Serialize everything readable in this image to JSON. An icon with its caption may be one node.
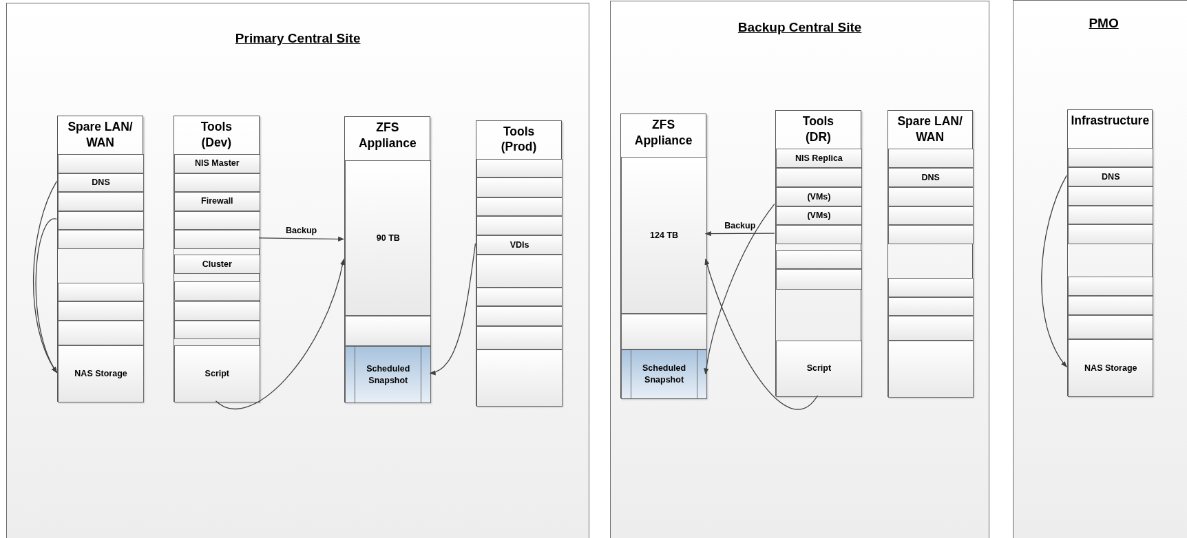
{
  "diagram": {
    "nodes": [
      {
        "text": [
          "Primary Central Site"
        ]
      },
      {
        "text": [
          "Spare LAN/ WAN"
        ],
        "in": 0
      },
      {
        "text": [],
        "shape": "box",
        "in": 1
      },
      {
        "text": [
          "DNS"
        ],
        "in": 1
      },
      {
        "text": [],
        "shape": "box",
        "in": 1
      },
      {
        "text": [],
        "shape": "box",
        "in": 1
      },
      {
        "text": [],
        "shape": "box",
        "in": 1
      },
      {
        "text": [],
        "shape": "box",
        "in": 1
      },
      {
        "text": [],
        "shape": "box",
        "in": 1
      },
      {
        "text": [],
        "shape": "box",
        "in": 1
      },
      {
        "text": [
          "NAS Storage"
        ],
        "in": 1
      },
      {
        "text": [
          "Tools (Dev)"
        ],
        "in": 0
      },
      {
        "text": [
          "NIS Master"
        ],
        "in": 11
      },
      {
        "text": [],
        "shape": "box",
        "in": 11
      },
      {
        "text": [
          "Firewall"
        ],
        "in": 11
      },
      {
        "text": [],
        "shape": "box",
        "in": 11
      },
      {
        "text": [],
        "shape": "box",
        "in": 11
      },
      {
        "text": [
          "Cluster"
        ],
        "in": 11
      },
      {
        "text": [],
        "shape": "box",
        "in": 11
      },
      {
        "text": [],
        "shape": "box",
        "in": 11
      },
      {
        "text": [],
        "shape": "box",
        "in": 11
      },
      {
        "text": [
          "Script"
        ],
        "in": 11
      },
      {
        "text": [
          "ZFS Appliance"
        ],
        "in": 0
      },
      {
        "text": [
          "90 TB"
        ],
        "in": 22
      },
      {
        "text": [],
        "shape": "box",
        "in": 22
      },
      {
        "text": [
          "Scheduled Snapshot"
        ],
        "in": 22
      },
      {
        "text": [
          "Tools (Prod)"
        ],
        "in": 0
      },
      {
        "text": [],
        "shape": "box",
        "in": 26
      },
      {
        "text": [],
        "shape": "box",
        "in": 26
      },
      {
        "text": [],
        "shape": "box",
        "in": 26
      },
      {
        "text": [],
        "shape": "box",
        "in": 26
      },
      {
        "text": [
          "VDIs"
        ],
        "in": 26
      },
      {
        "text": [],
        "shape": "box",
        "in": 26
      },
      {
        "text": [],
        "shape": "box",
        "in": 26
      },
      {
        "text": [],
        "shape": "box",
        "in": 26
      },
      {
        "text": [],
        "shape": "box",
        "in": 26
      },
      {
        "text": [],
        "shape": "box",
        "in": 26
      },
      {
        "text": [
          "Backup Central Site"
        ]
      },
      {
        "text": [
          "ZFS Appliance"
        ],
        "in": 37
      },
      {
        "text": [
          "124 TB"
        ],
        "in": 38
      },
      {
        "text": [],
        "shape": "box",
        "in": 38
      },
      {
        "text": [
          "Scheduled Snapshot"
        ],
        "in": 38
      },
      {
        "text": [
          "Tools (DR)"
        ],
        "in": 37
      },
      {
        "text": [
          "NIS Replica"
        ],
        "in": 42
      },
      {
        "text": [],
        "shape": "box",
        "in": 42
      },
      {
        "text": [
          "(VMs)"
        ],
        "in": 42
      },
      {
        "text": [
          "(VMs)"
        ],
        "in": 42
      },
      {
        "text": [],
        "shape": "box",
        "in": 42
      },
      {
        "text": [],
        "shape": "box",
        "in": 42
      },
      {
        "text": [],
        "shape": "box",
        "in": 42
      },
      {
        "text": [
          "Script"
        ],
        "in": 42
      },
      {
        "text": [
          "Spare LAN/ WAN"
        ],
        "in": 37
      },
      {
        "text": [],
        "shape": "box",
        "in": 51
      },
      {
        "text": [
          "DNS"
        ],
        "in": 51
      },
      {
        "text": [],
        "shape": "box",
        "in": 51
      },
      {
        "text": [],
        "shape": "box",
        "in": 51
      },
      {
        "text": [],
        "shape": "box",
        "in": 51
      },
      {
        "text": [],
        "shape": "box",
        "in": 51
      },
      {
        "text": [],
        "shape": "box",
        "in": 51
      },
      {
        "text": [],
        "shape": "box",
        "in": 51
      },
      {
        "text": [],
        "shape": "box",
        "in": 51
      },
      {
        "text": [
          "PMO"
        ]
      },
      {
        "text": [
          "Infrastructure"
        ],
        "in": 61
      },
      {
        "text": [],
        "shape": "box",
        "in": 62
      },
      {
        "text": [
          "DNS"
        ],
        "in": 62
      },
      {
        "text": [],
        "shape": "box",
        "in": 62
      },
      {
        "text": [],
        "shape": "box",
        "in": 62
      },
      {
        "text": [],
        "shape": "box",
        "in": 62
      },
      {
        "text": [],
        "shape": "box",
        "in": 62
      },
      {
        "text": [],
        "shape": "box",
        "in": 62
      },
      {
        "text": [],
        "shape": "box",
        "in": 62
      },
      {
        "text": [
          "NAS Storage"
        ],
        "in": 62
      }
    ],
    "edges": [
      {
        "from": 3,
        "to": 10,
        "arrow": "to"
      },
      {
        "from": 5,
        "to": 10,
        "arrow": "to"
      },
      {
        "from": 16,
        "to": 23,
        "arrow": "to",
        "label": "Backup"
      },
      {
        "from": 21,
        "to": 23,
        "arrow": "to"
      },
      {
        "from": 31,
        "to": 25,
        "arrow": "to"
      },
      {
        "from": 47,
        "to": 39,
        "arrow": "to",
        "label": "Backup"
      },
      {
        "from": 45,
        "to": 41,
        "arrow": "to"
      },
      {
        "from": 50,
        "to": 39,
        "arrow": "to"
      },
      {
        "from": 64,
        "to": 71,
        "arrow": "to"
      }
    ]
  }
}
